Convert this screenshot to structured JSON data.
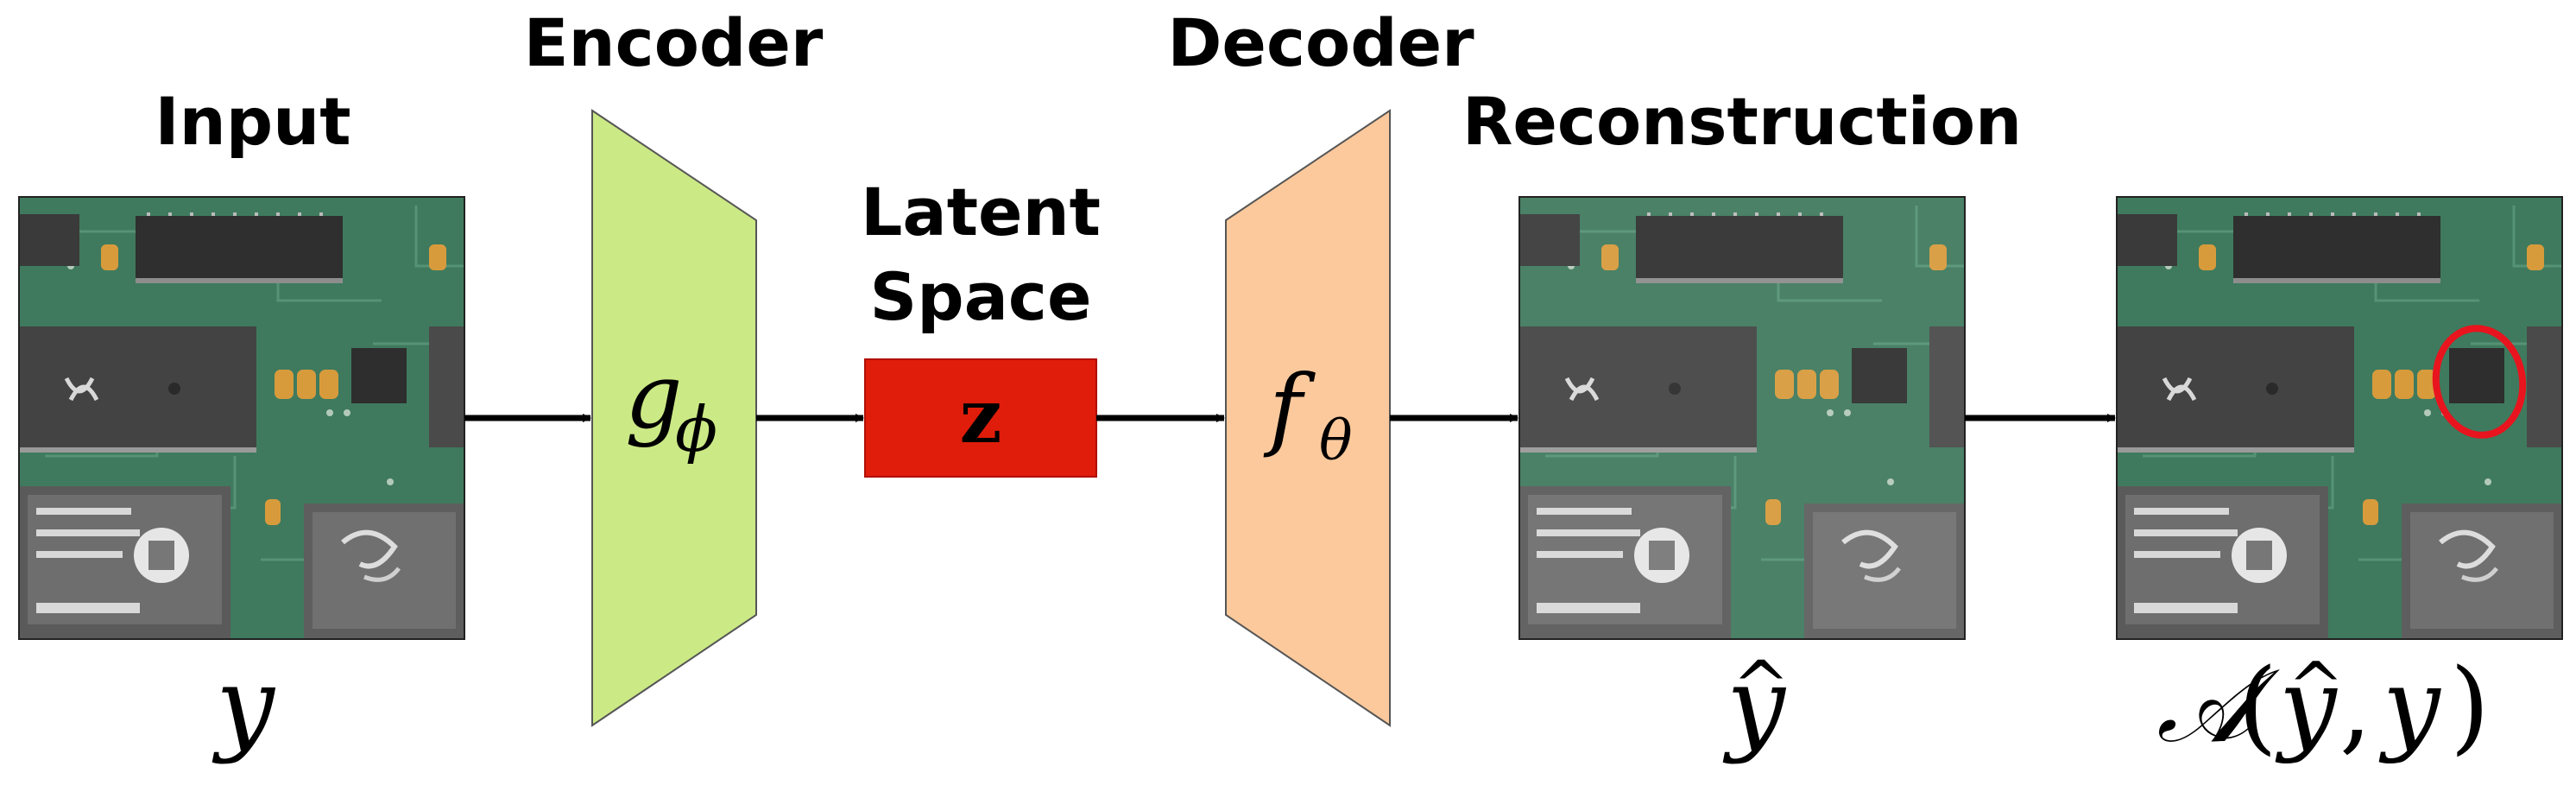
{
  "labels": {
    "input": "Input",
    "encoder": "Encoder",
    "latent_line1": "Latent",
    "latent_line2": "Space",
    "decoder": "Decoder",
    "reconstruction": "Reconstruction"
  },
  "math": {
    "encoder_symbol": "g",
    "encoder_subscript": "ϕ",
    "latent_symbol": "z",
    "decoder_symbol": "f",
    "decoder_subscript": "θ",
    "input_symbol": "y",
    "reconstruction_symbol": "y",
    "reconstruction_hat": "^",
    "anomaly_func": "𝒜",
    "anomaly_open": "(",
    "anomaly_arg1": "y",
    "anomaly_arg1_hat": "^",
    "anomaly_comma": ",",
    "anomaly_arg2": "y",
    "anomaly_close": ")"
  },
  "colors": {
    "encoder_fill": "#cbe985",
    "decoder_fill": "#fcc99c",
    "latent_fill": "#e01c0a",
    "pcb_green": "#3f7a5e",
    "anomaly_circle": "#e8141e"
  },
  "images": {
    "input": "circuit board photo",
    "reconstruction": "reconstructed circuit board photo",
    "anomaly_map": "circuit board photo with anomaly circled"
  }
}
